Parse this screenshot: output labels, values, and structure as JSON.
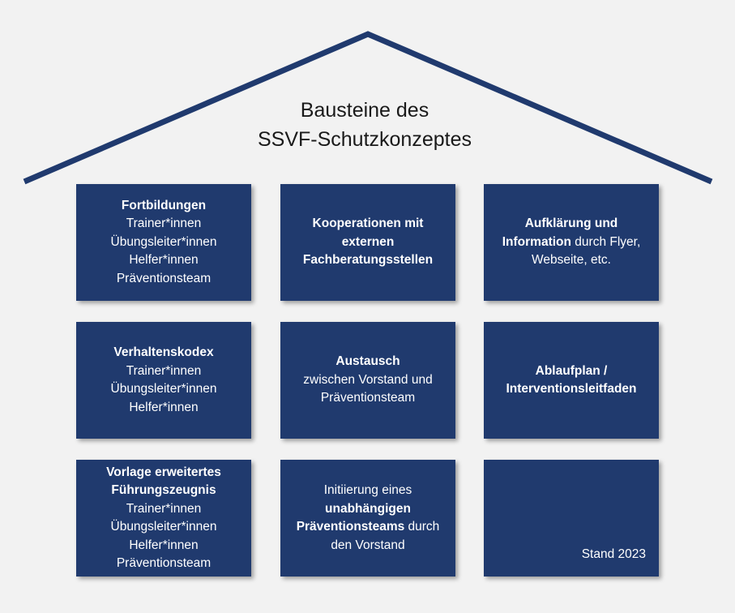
{
  "title": {
    "line1": "Bausteine des",
    "line2": "SSVF-Schutzkonzeptes"
  },
  "boxes": {
    "fortbildungen": {
      "heading": "Fortbildungen",
      "items": [
        "Trainer*innen",
        "Übungsleiter*innen",
        "Helfer*innen",
        "Präventionsteam"
      ]
    },
    "kooperationen": {
      "lines": [
        "Kooperationen mit",
        "externen",
        "Fachberatungsstellen"
      ]
    },
    "aufklaerung": {
      "line1": "Aufklärung und",
      "line2_bold": "Information",
      "line2_rest": " durch Flyer,",
      "line3": "Webseite, etc."
    },
    "verhaltenskodex": {
      "heading": "Verhaltenskodex",
      "items": [
        "Trainer*innen",
        "Übungsleiter*innen",
        "Helfer*innen"
      ]
    },
    "austausch": {
      "heading": "Austausch",
      "lines": [
        "zwischen Vorstand und",
        "Präventionsteam"
      ]
    },
    "ablaufplan": {
      "lines": [
        "Ablaufplan /",
        "Interventionsleitfaden"
      ]
    },
    "fuehrungszeugnis": {
      "heading_lines": [
        "Vorlage erweitertes",
        "Führungszeugnis"
      ],
      "items": [
        "Trainer*innen",
        "Übungsleiter*innen",
        "Helfer*innen",
        "Präventionsteam"
      ]
    },
    "initiierung": {
      "line1": "Initiierung eines",
      "line2": "unabhängigen",
      "line3_bold": "Präventionsteams",
      "line3_rest": " durch",
      "line4": "den Vorstand"
    },
    "stand": {
      "text": "Stand 2023"
    }
  },
  "colors": {
    "box": "#203a6e",
    "roof": "#203a6e",
    "background": "#f2f2f2"
  }
}
